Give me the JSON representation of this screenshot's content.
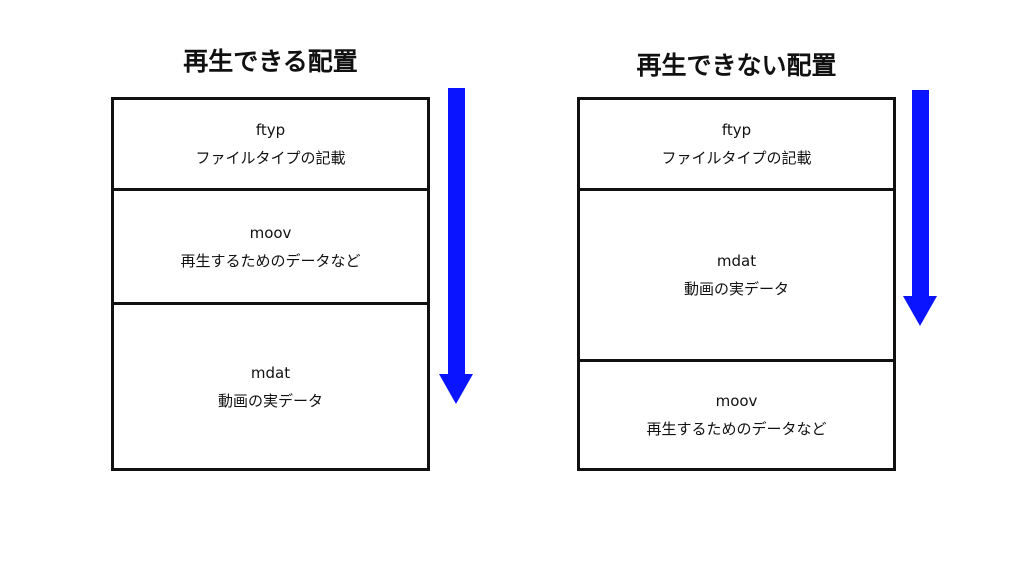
{
  "diagrams": [
    {
      "title": "再生できる配置",
      "boxes": [
        {
          "name": "ftyp",
          "description": "ファイルタイプの記載"
        },
        {
          "name": "moov",
          "description": "再生するためのデータなど"
        },
        {
          "name": "mdat",
          "description": "動画の実データ"
        }
      ]
    },
    {
      "title": "再生できない配置",
      "boxes": [
        {
          "name": "ftyp",
          "description": "ファイルタイプの記載"
        },
        {
          "name": "mdat",
          "description": "動画の実データ"
        },
        {
          "name": "moov",
          "description": "再生するためのデータなど"
        }
      ]
    }
  ],
  "colors": {
    "arrow": "#0a14ff",
    "border": "#111111"
  },
  "icons": {
    "arrow": "arrow-down-icon"
  }
}
